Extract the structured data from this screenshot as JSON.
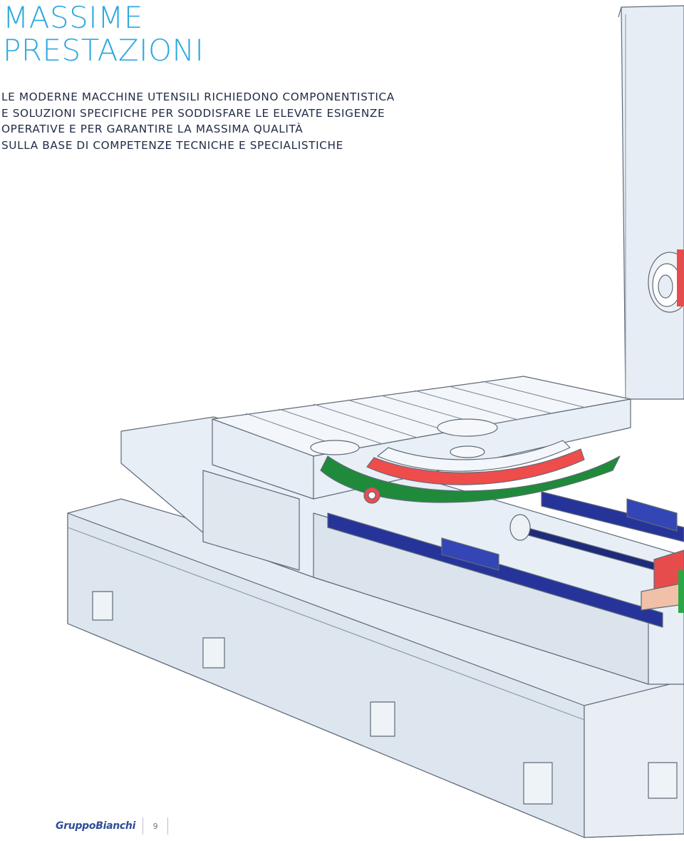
{
  "header": {
    "title_line1": "MASSIME",
    "title_line2": "PRESTAZIONI"
  },
  "intro": {
    "lines": [
      "LE MODERNE MACCHINE UTENSILI RICHIEDONO COMPONENTISTICA",
      "E SOLUZIONI SPECIFICHE PER SODDISFARE LE ELEVATE ESIGENZE",
      "OPERATIVE E PER GARANTIRE LA MASSIMA QUALITÀ",
      "SULLA BASE DI COMPETENZE TECNICHE E SPECIALISTICHE"
    ]
  },
  "footer": {
    "logo": "GruppoBianchi",
    "page_number": "9"
  },
  "colors": {
    "title": "#2fa9e0",
    "body_text": "#1f2a44",
    "machine_body": "#e3eaf2",
    "gear_green": "#1f8a3a",
    "gear_red": "#ef4c4c",
    "rail_blue": "#26349a"
  }
}
